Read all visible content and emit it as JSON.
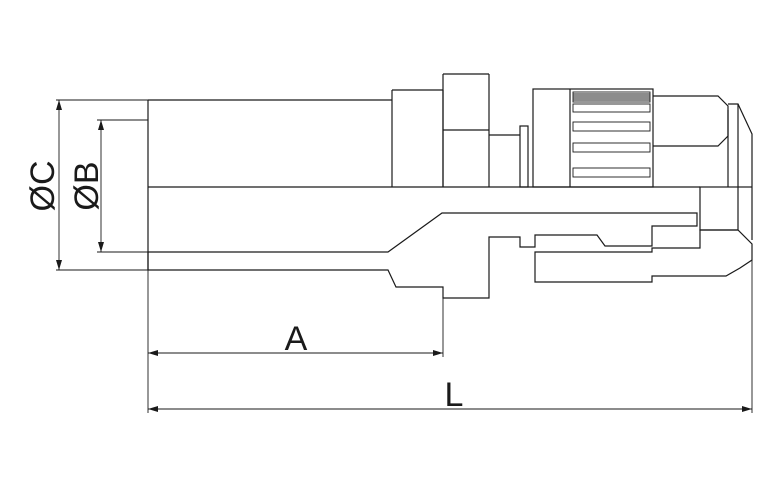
{
  "dimensions": {
    "dia_c": "ØC",
    "dia_b": "ØB",
    "length_a": "A",
    "length_l": "L"
  },
  "colors": {
    "line": "#1a1a1a",
    "background": "#ffffff"
  }
}
